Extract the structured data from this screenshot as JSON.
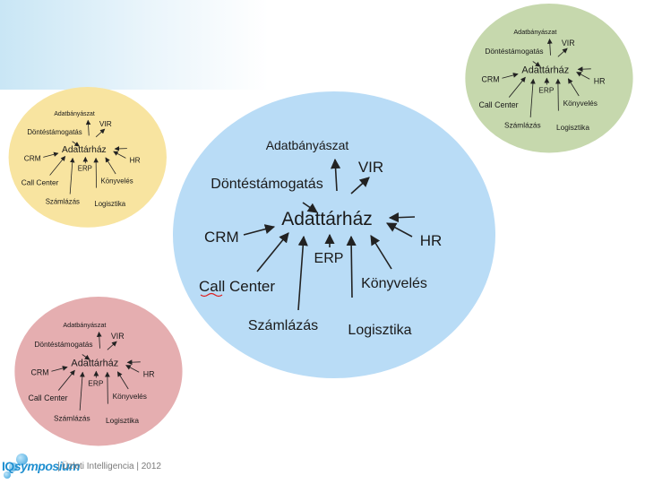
{
  "colors": {
    "yellow": "#f8e4a0",
    "green": "#c6d8ad",
    "blue": "#b9dcf6",
    "pink": "#e5aeb0",
    "accent": "#1f8fd0"
  },
  "diagram": {
    "labels": {
      "datamining": "Adatbányászat",
      "dss": "Döntéstámogatás",
      "vir": "VIR",
      "dw": "Adattárház",
      "crm": "CRM",
      "hr": "HR",
      "erp": "ERP",
      "callcenter": "Call Center",
      "accounting": "Könyvelés",
      "billing": "Számlázás",
      "logistics": "Logisztika"
    }
  },
  "footer": {
    "logo_iq": "IQ",
    "logo_symposium": "symposium",
    "subtitle": "Üzleti Intelligencia | 2012"
  }
}
